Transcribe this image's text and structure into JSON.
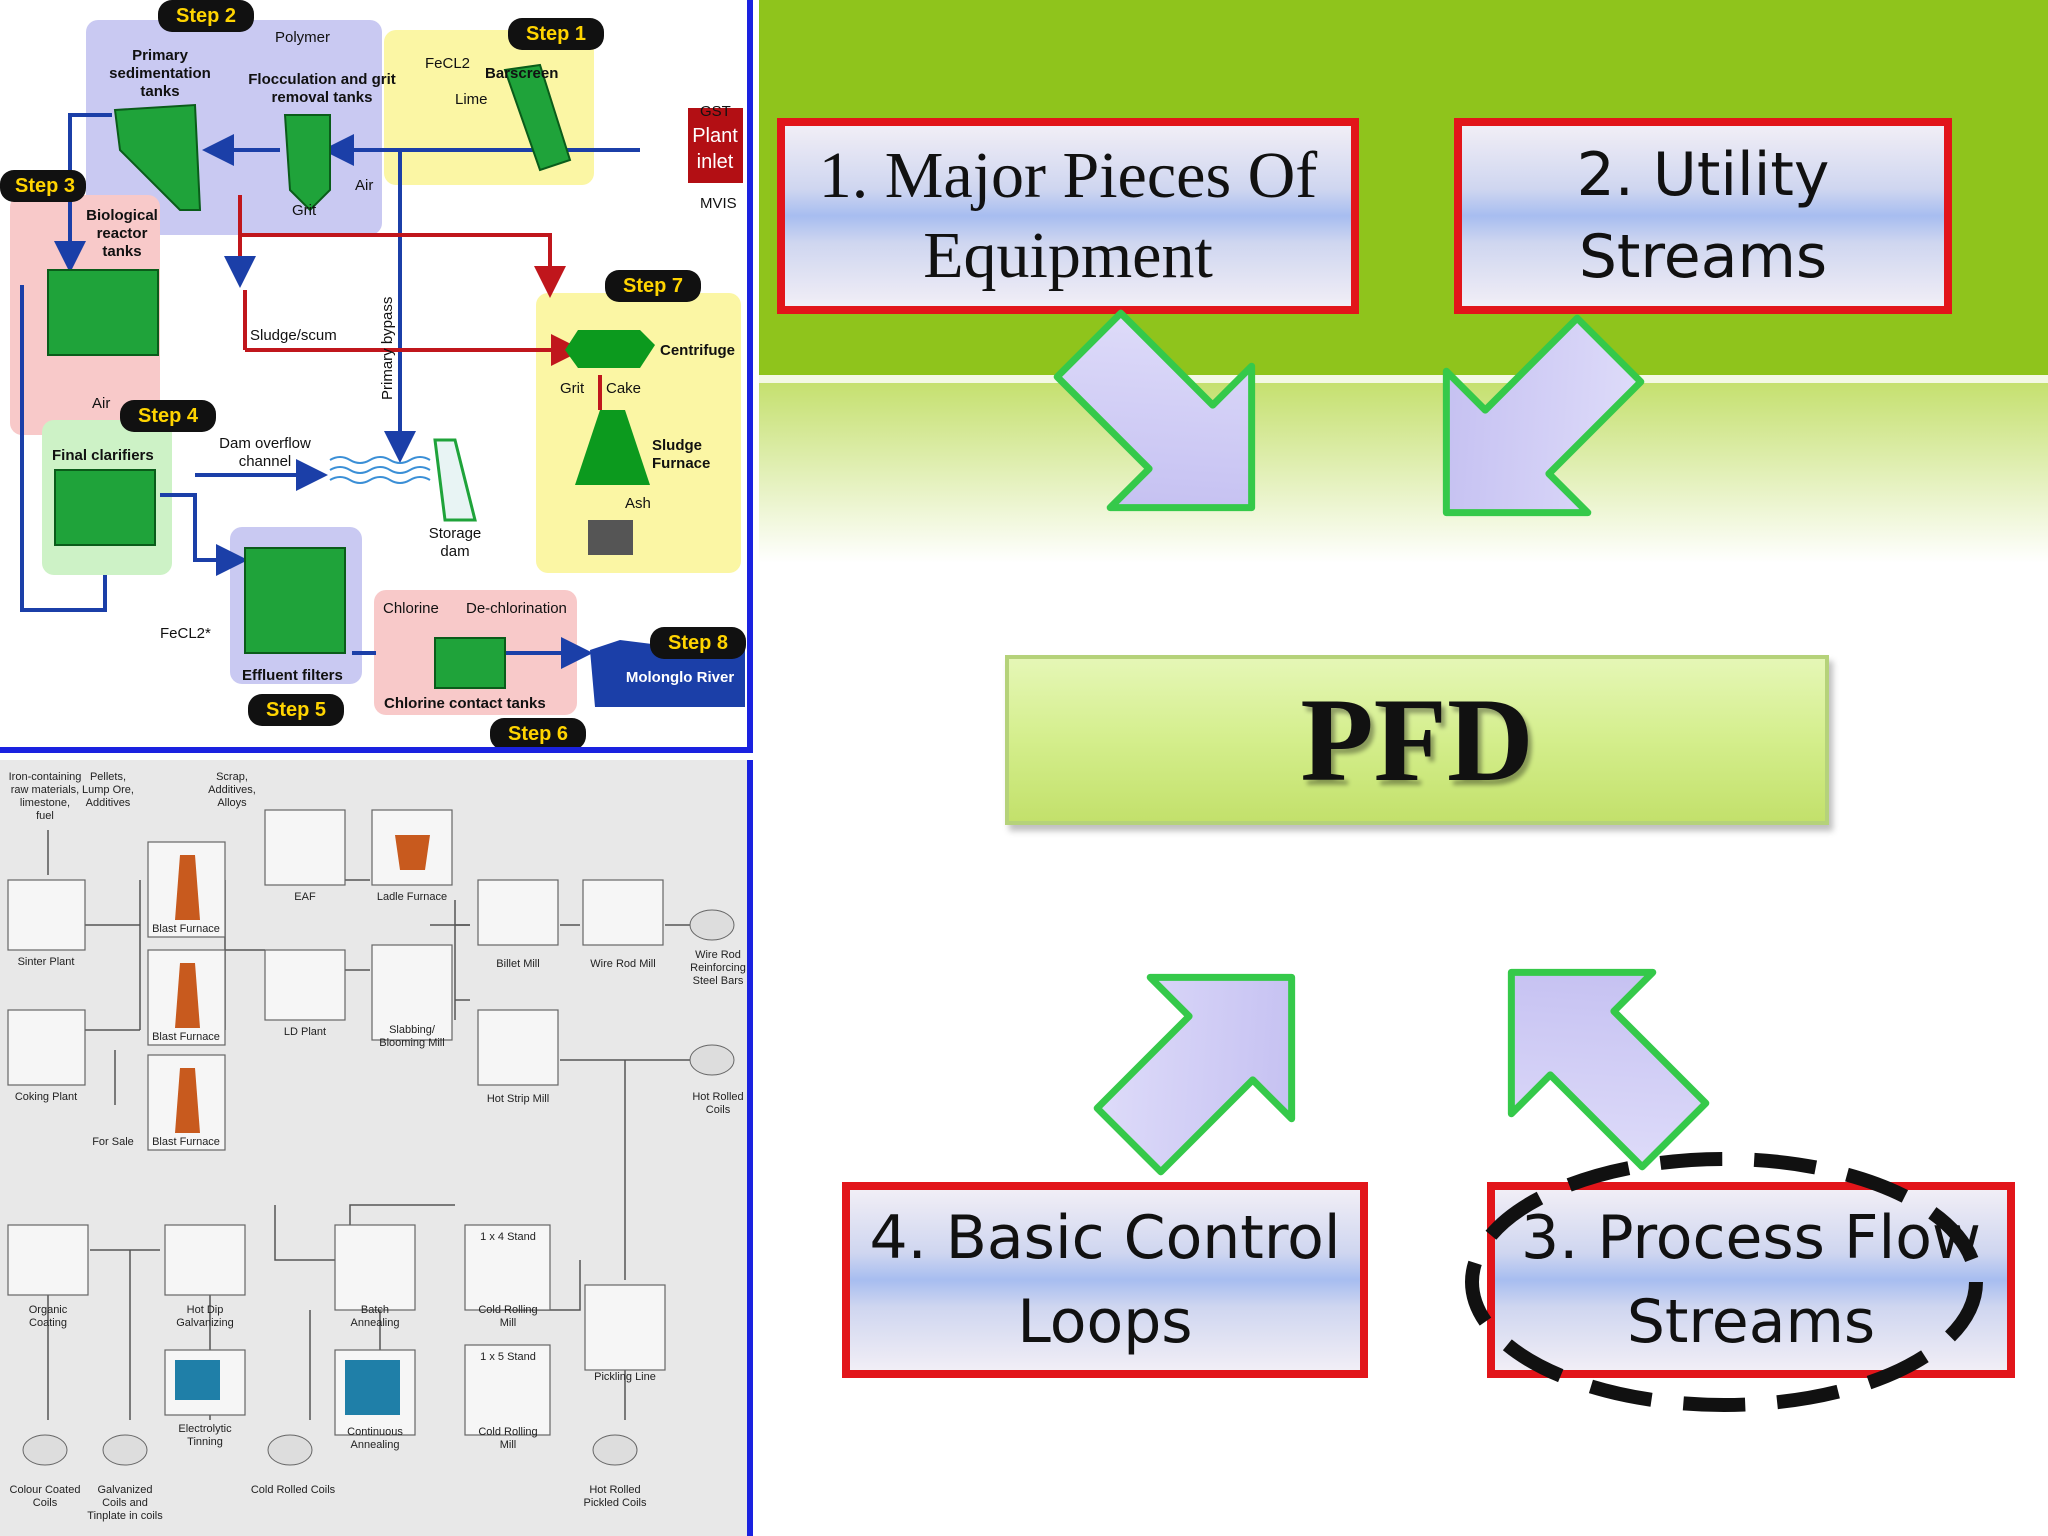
{
  "wastewater": {
    "step1": "Step 1",
    "step2": "Step 2",
    "step3": "Step 3",
    "step4": "Step 4",
    "step5": "Step 5",
    "step6": "Step 6",
    "step7": "Step 7",
    "step8": "Step 8",
    "polymer": "Polymer",
    "primary_sed_1": "Primary",
    "primary_sed_2": "sedimentation",
    "primary_sed_3": "tanks",
    "floc_1": "Flocculation and grit",
    "floc_2": "removal tanks",
    "fecl2": "FeCL2",
    "lime": "Lime",
    "barscreen": "Barscreen",
    "gst": "GST",
    "mvis": "MVIS",
    "plant_inlet_1": "Plant",
    "plant_inlet_2": "inlet",
    "air1": "Air",
    "grit1": "Grit",
    "bio_1": "Biological",
    "bio_2": "reactor",
    "bio_3": "tanks",
    "sludge_scum": "Sludge/scum",
    "primary_bypass": "Primary bypass",
    "centrifuge": "Centrifuge",
    "grit2": "Grit",
    "cake": "Cake",
    "sludge_furnace_1": "Sludge",
    "sludge_furnace_2": "Furnace",
    "ash": "Ash",
    "air2": "Air",
    "final_clarifiers": "Final clarifiers",
    "dam_overflow_1": "Dam overflow",
    "dam_overflow_2": "channel",
    "storage_dam_1": "Storage",
    "storage_dam_2": "dam",
    "fecl2_star": "FeCL2*",
    "effluent_filters": "Effluent filters",
    "chlorine": "Chlorine",
    "dechlorination": "De-chlorination",
    "chlorine_contact": "Chlorine contact tanks",
    "molonglo": "Molonglo River"
  },
  "steel": {
    "in1_1": "Iron-containing",
    "in1_2": "raw materials,",
    "in1_3": "limestone,",
    "in1_4": "fuel",
    "in2_1": "Pellets,",
    "in2_2": "Lump Ore,",
    "in2_3": "Additives",
    "in3_1": "Scrap,",
    "in3_2": "Additives,",
    "in3_3": "Alloys",
    "sinter": "Sinter Plant",
    "coking": "Coking Plant",
    "for_sale": "For Sale",
    "bf1": "Blast Furnace",
    "bf2": "Blast Furnace",
    "bf3": "Blast Furnace",
    "eaf": "EAF",
    "ladle": "Ladle Furnace",
    "ld": "LD Plant",
    "slabbing_1": "Slabbing/",
    "slabbing_2": "Blooming Mill",
    "billet": "Billet Mill",
    "wirerod": "Wire Rod Mill",
    "wr_out_1": "Wire Rod",
    "wr_out_2": "Reinforcing",
    "wr_out_3": "Steel Bars",
    "hotstrip": "Hot Strip Mill",
    "hrc_1": "Hot Rolled",
    "hrc_2": "Coils",
    "organic_1": "Organic",
    "organic_2": "Coating",
    "hotdip_1": "Hot Dip",
    "hotdip_2": "Galvanizing",
    "batch_1": "Batch",
    "batch_2": "Annealing",
    "stand4": "1 x 4 Stand",
    "crm1_1": "Cold Rolling",
    "crm1_2": "Mill",
    "stand5": "1 x 5 Stand",
    "crm2_1": "Cold Rolling",
    "crm2_2": "Mill",
    "pickling": "Pickling Line",
    "electro_1": "Electrolytic",
    "electro_2": "Tinning",
    "cont_1": "Continuous",
    "cont_2": "Annealing",
    "ccc_1": "Colour Coated",
    "ccc_2": "Coils",
    "galv_1": "Galvanized",
    "galv_2": "Coils and",
    "galv_3": "Tinplate in coils",
    "crc": "Cold Rolled Coils",
    "hrpc_1": "Hot Rolled",
    "hrpc_2": "Pickled Coils"
  },
  "pfd": {
    "box1_line1": "1. Major Pieces Of",
    "box1_line2": "Equipment",
    "box2_line1": "2. Utility",
    "box2_line2": "Streams",
    "center": "PFD",
    "box4_line1": "4. Basic Control",
    "box4_line2": "Loops",
    "box3_line1": "3. Process Flow",
    "box3_line2": "Streams"
  },
  "colors": {
    "panel_border": "#1a22e0",
    "slide_green": "#8fc41c",
    "box_border": "#e2151a",
    "arrow_fill": "#c9c6f3",
    "arrow_stroke": "#3fd150",
    "step_badge": "#ffd400"
  },
  "icons": [
    "arrow-down-right-icon",
    "arrow-down-left-icon",
    "arrow-up-right-icon",
    "arrow-up-left-icon"
  ]
}
